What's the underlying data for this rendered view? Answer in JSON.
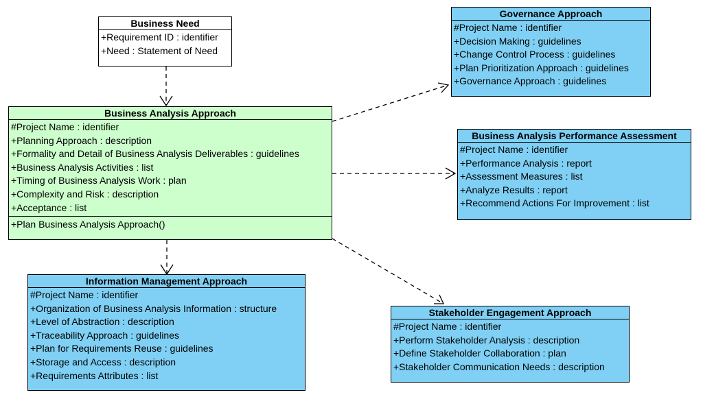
{
  "colors": {
    "business_need_fill": "#ffffff",
    "business_analysis_fill": "#ccffcc",
    "approach_fill": "#7fd0f4",
    "border": "#000000"
  },
  "classes": {
    "business_need": {
      "name": "Business Need",
      "attributes": [
        "+Requirement ID : identifier",
        "+Need : Statement of Need"
      ]
    },
    "business_analysis_approach": {
      "name": "Business Analysis Approach",
      "attributes": [
        "#Project Name : identifier",
        "+Planning Approach : description",
        "+Formality and Detail of Business Analysis Deliverables : guidelines",
        "+Business Analysis Activities : list",
        "+Timing of Business Analysis Work : plan",
        "+Complexity and Risk : description",
        "+Acceptance : list"
      ],
      "operations": [
        "+Plan Business Analysis Approach()"
      ]
    },
    "governance_approach": {
      "name": "Governance Approach",
      "attributes": [
        "#Project Name : identifier",
        "+Decision Making : guidelines",
        "+Change Control Process : guidelines",
        "+Plan Prioritization Approach : guidelines",
        "+Governance Approach : guidelines"
      ]
    },
    "performance_assessment": {
      "name": "Business Analysis Performance Assessment",
      "attributes": [
        "#Project Name : identifier",
        "+Performance Analysis : report",
        "+Assessment Measures : list",
        "+Analyze Results : report",
        "+Recommend Actions For Improvement : list"
      ]
    },
    "information_management": {
      "name": "Information Management Approach",
      "attributes": [
        "#Project Name : identifier",
        "+Organization of Business Analysis Information : structure",
        "+Level of Abstraction : description",
        "+Traceability Approach : guidelines",
        "+Plan for Requirements Reuse : guidelines",
        "+Storage and Access : description",
        "+Requirements Attributes : list"
      ]
    },
    "stakeholder_engagement": {
      "name": "Stakeholder Engagement Approach",
      "attributes": [
        "#Project Name : identifier",
        "+Perform Stakeholder Analysis : description",
        "+Define Stakeholder Collaboration : plan",
        "+Stakeholder Communication Needs : description"
      ]
    }
  }
}
